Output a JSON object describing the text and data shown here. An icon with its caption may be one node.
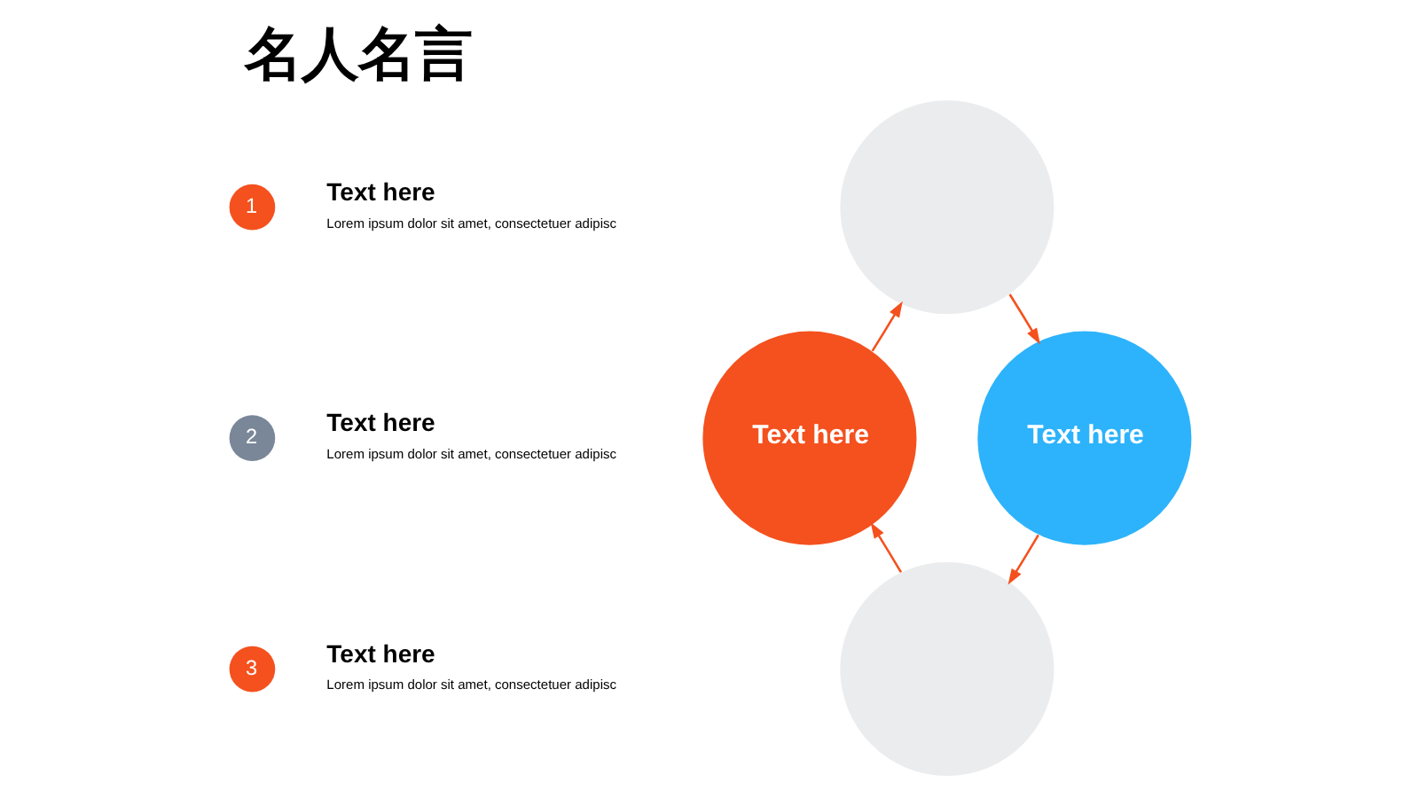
{
  "diagram": {
    "title": "名人名言",
    "nodes": [
      {
        "text": [
          "1"
        ],
        "beside": [
          "Text here",
          "Lorem ipsum dolor sit amet, consectetuer adipisc"
        ]
      },
      {
        "text": [
          "2"
        ],
        "beside": [
          "Text here",
          "Lorem ipsum dolor sit amet, consectetuer adipisc"
        ]
      },
      {
        "text": [
          "3"
        ],
        "beside": [
          "Text here",
          "Lorem ipsum dolor sit amet, consectetuer adipisc"
        ]
      },
      {
        "text": [],
        "shape": "circle"
      },
      {
        "text": [
          "Text here"
        ]
      },
      {
        "text": [
          "Text here"
        ]
      },
      {
        "text": [],
        "shape": "circle"
      }
    ],
    "edges": [
      {
        "from": 4,
        "to": 3,
        "arrow": "to"
      },
      {
        "from": 3,
        "to": 5,
        "arrow": "to"
      },
      {
        "from": 5,
        "to": 6,
        "arrow": "to"
      },
      {
        "from": 6,
        "to": 4,
        "arrow": "to"
      }
    ]
  }
}
